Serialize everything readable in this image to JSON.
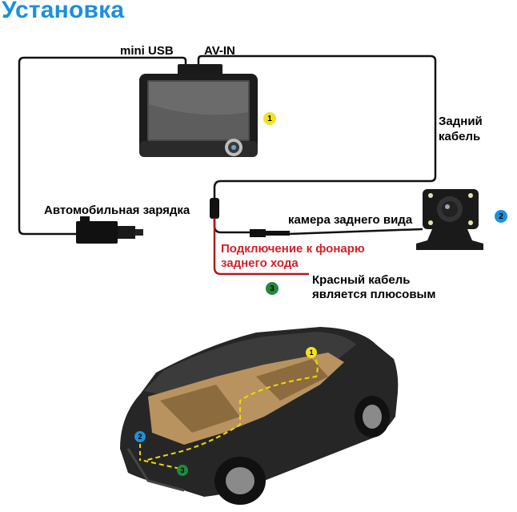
{
  "title": "Установка",
  "labels": {
    "mini_usb": "mini USB",
    "av_in": "AV-IN",
    "rear_cable_line1": "Задний",
    "rear_cable_line2": "кабель",
    "car_charger": "Автомобильная зарядка",
    "rear_camera": "камера заднего вида",
    "reverse_light_line1": "Подключение к фонарю",
    "reverse_light_line2": "заднего хода",
    "red_cable_line1": "Красный кабель",
    "red_cable_line2": "является плюсовым"
  },
  "markers": [
    {
      "number": "1",
      "color": "#f4e21c"
    },
    {
      "number": "2",
      "color": "#1e90d8"
    },
    {
      "number": "3",
      "color": "#1f8a3c"
    }
  ],
  "colors": {
    "title": "#1a8fe0",
    "red_wire": "#b01a1a",
    "red_text": "#d4202a",
    "route_line": "#f4d800"
  }
}
